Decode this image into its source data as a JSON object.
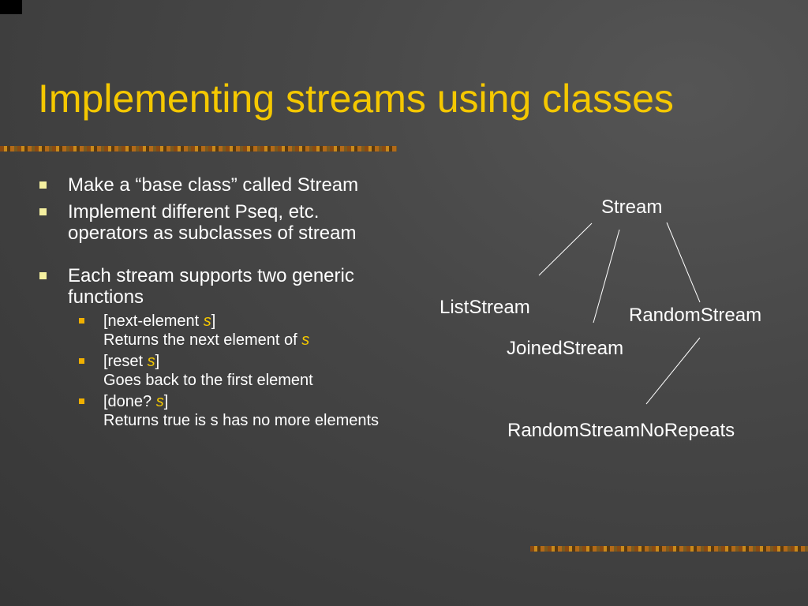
{
  "slide": {
    "title": "Implementing streams using classes",
    "bullets": [
      {
        "text": "Make a “base class” called Stream"
      },
      {
        "text": "Implement different Pseq, etc. operators as subclasses of stream"
      },
      {
        "text": "Each stream supports two generic functions"
      }
    ],
    "sub_bullets": [
      {
        "pre": "[next-element ",
        "arg": "s",
        "post": "]",
        "desc_pre": "Returns the next element of ",
        "desc_arg": "s"
      },
      {
        "pre": "[reset ",
        "arg": "s",
        "post": "]",
        "desc": "Goes back to the first element"
      },
      {
        "pre": "[done? ",
        "arg": "s",
        "post": "]",
        "desc": "Returns true is s has no more elements"
      }
    ]
  },
  "diagram": {
    "nodes": [
      "Stream",
      "ListStream",
      "RandomStream",
      "JoinedStream",
      "RandomStreamNoRepeats"
    ],
    "edges": [
      [
        "Stream",
        "ListStream"
      ],
      [
        "Stream",
        "JoinedStream"
      ],
      [
        "Stream",
        "RandomStream"
      ],
      [
        "RandomStream",
        "RandomStreamNoRepeats"
      ]
    ]
  },
  "colors": {
    "title": "#f5c800",
    "text": "#ffffff",
    "background": "#474747"
  }
}
